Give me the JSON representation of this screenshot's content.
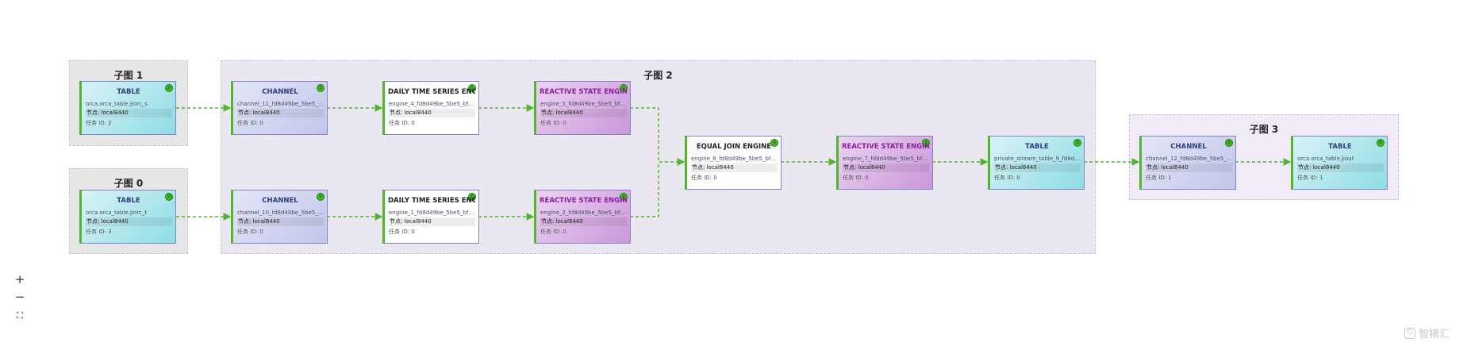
{
  "subgraphs": {
    "sg1": "子图 1",
    "sg0": "子图 0",
    "sg2": "子图 2",
    "sg3": "子图 3"
  },
  "nodes": {
    "t_s": {
      "title": "TABLE",
      "name": "orca.orca_table.jiorc_s",
      "addr": "节点: local8440",
      "task": "任务 ID: 2"
    },
    "t_t": {
      "title": "TABLE",
      "name": "orca.orca_table.jiorc_t",
      "addr": "节点: local8440",
      "task": "任务 ID: 3"
    },
    "c11": {
      "title": "CHANNEL",
      "name": "channel_11_fd8d49be_5be5_bf8...",
      "addr": "节点: local8440",
      "task": "任务 ID: 0"
    },
    "c10": {
      "title": "CHANNEL",
      "name": "channel_10_fd8d49be_5be5_b...",
      "addr": "节点: local8440",
      "task": "任务 ID: 0"
    },
    "e4": {
      "title": "DAILY TIME SERIES ENGINE",
      "name": "engine_4_fd8d49be_5be5_bf8...",
      "addr": "节点: local8440",
      "task": "任务 ID: 0"
    },
    "e1": {
      "title": "DAILY TIME SERIES ENGINE",
      "name": "engine_1_fd8d49be_5be5_bf8...",
      "addr": "节点: local8440",
      "task": "任务 ID: 0"
    },
    "e5": {
      "title": "REACTIVE STATE ENGINE",
      "name": "engine_5_fd8d49be_5be5_bf8...",
      "addr": "节点: local8440",
      "task": "任务 ID: 0"
    },
    "e2": {
      "title": "REACTIVE STATE ENGINE",
      "name": "engine_2_fd8d49be_5be5_bf8...",
      "addr": "节点: local8440",
      "task": "任务 ID: 0"
    },
    "e6": {
      "title": "EQUAL JOIN ENGINE",
      "name": "engine_6_fd8d49be_5be5_bf8...",
      "addr": "节点: local8440",
      "task": "任务 ID: 0"
    },
    "e7": {
      "title": "REACTIVE STATE ENGINE",
      "name": "engine_7_fd8d49be_5be5_bf8...",
      "addr": "节点: local8440",
      "task": "任务 ID: 0"
    },
    "t9": {
      "title": "TABLE",
      "name": "private_stream_table_9_fd8d4...",
      "addr": "节点: local8440",
      "task": "任务 ID: 0"
    },
    "c12": {
      "title": "CHANNEL",
      "name": "channel_12_fd8d49be_5be5_b...",
      "addr": "节点: local8440",
      "task": "任务 ID: 1"
    },
    "tout": {
      "title": "TABLE",
      "name": "orca.orca_table.jiout",
      "addr": "节点: local8440",
      "task": "任务 ID: 1"
    }
  },
  "controls": {
    "zoom_in": "+",
    "zoom_out": "−",
    "fit": "⛶"
  },
  "watermark": {
    "text": "智猪汇",
    "icon": "watermark-logo-icon"
  },
  "colors": {
    "edge": "#52b52e",
    "node_border": "#7d86c4",
    "status": "#42c423"
  }
}
